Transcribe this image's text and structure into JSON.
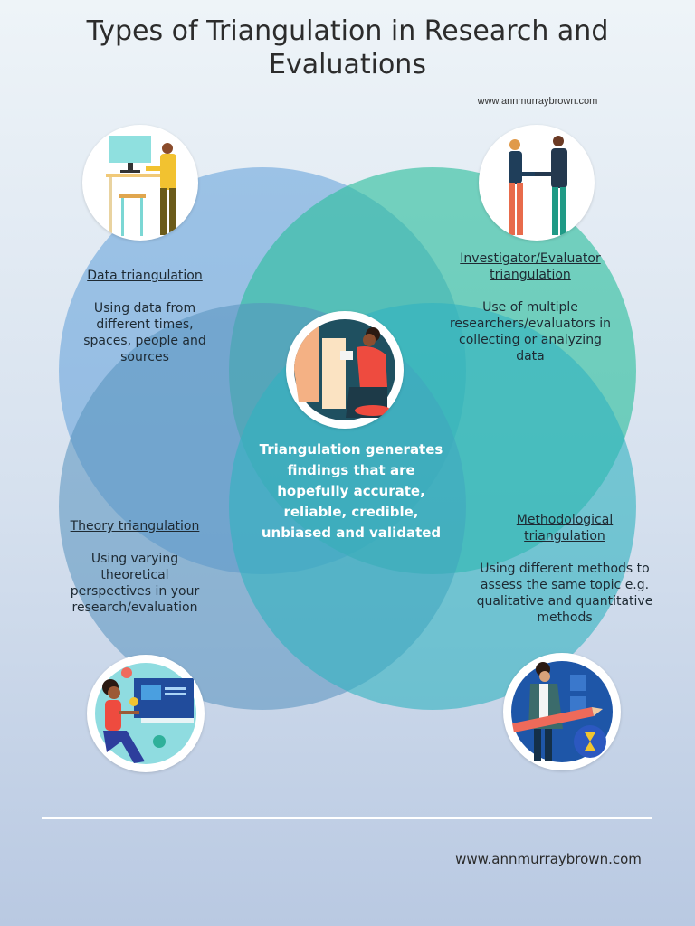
{
  "title": "Types of Triangulation in Research and Evaluations",
  "url_top": "www.annmurraybrown.com",
  "url_bottom": "www.annmurraybrown.com",
  "colors": {
    "circle_top_left": "#5f9fd9",
    "circle_top_right": "#2bbf9d",
    "circle_bottom_left": "#5591bd",
    "circle_bottom_right": "#31b3bf"
  },
  "sections": {
    "data": {
      "heading": "Data triangulation",
      "body": "Using data from different times, spaces,  people and sources"
    },
    "investigator": {
      "heading": "Investigator/Evaluator triangulation",
      "body": "Use of  multiple researchers/evaluators in collecting or analyzing data"
    },
    "theory": {
      "heading": "Theory triangulation",
      "body": "Using varying theoretical perspectives in your research/evaluation"
    },
    "methodological": {
      "heading": "Methodological triangulation",
      "body": "Using different methods  to assess the same topic e.g. qualitative and quantitative methods"
    }
  },
  "center_text": "Triangulation generates findings that are hopefully accurate, reliable, credible, unbiased and validated",
  "icons": {
    "top_left": "person-at-standing-desk-icon",
    "top_right": "handshake-icon",
    "center": "person-reading-icon",
    "bottom_left": "person-at-monitor-icon",
    "bottom_right": "person-with-pencil-icon"
  }
}
